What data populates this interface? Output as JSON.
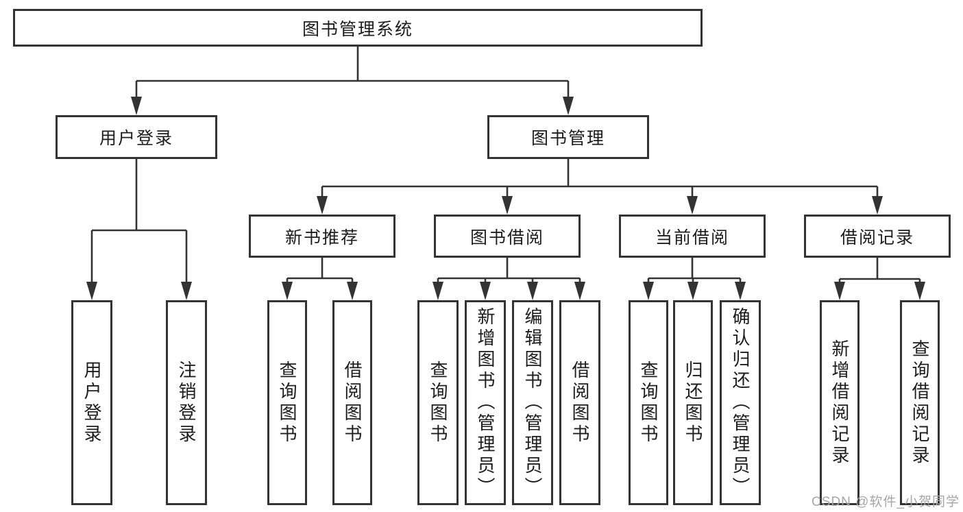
{
  "colors": {
    "line": "#333333",
    "text": "#1c1c1c",
    "bg": "#ffffff",
    "watermark": "#a6a6a6"
  },
  "diagram_type": "hierarchy-flowchart",
  "tree": {
    "label": "图书管理系统",
    "children": [
      {
        "label": "用户登录",
        "children": [
          {
            "label": "用户登录"
          },
          {
            "label": "注销登录"
          }
        ]
      },
      {
        "label": "图书管理",
        "children": [
          {
            "label": "新书推荐",
            "children": [
              {
                "label": "查询图书"
              },
              {
                "label": "借阅图书"
              }
            ]
          },
          {
            "label": "图书借阅",
            "children": [
              {
                "label": "查询图书"
              },
              {
                "label": "新增图书（管理员）"
              },
              {
                "label": "编辑图书（管理员）"
              },
              {
                "label": "借阅图书"
              }
            ]
          },
          {
            "label": "当前借阅",
            "children": [
              {
                "label": "查询图书"
              },
              {
                "label": "归还图书"
              },
              {
                "label": "确认归还（管理员）"
              }
            ]
          },
          {
            "label": "借阅记录",
            "children": [
              {
                "label": "新增借阅记录"
              },
              {
                "label": "查询借阅记录"
              }
            ]
          }
        ]
      }
    ]
  },
  "watermark": {
    "text": "CSDN @软件_小贺同学"
  }
}
